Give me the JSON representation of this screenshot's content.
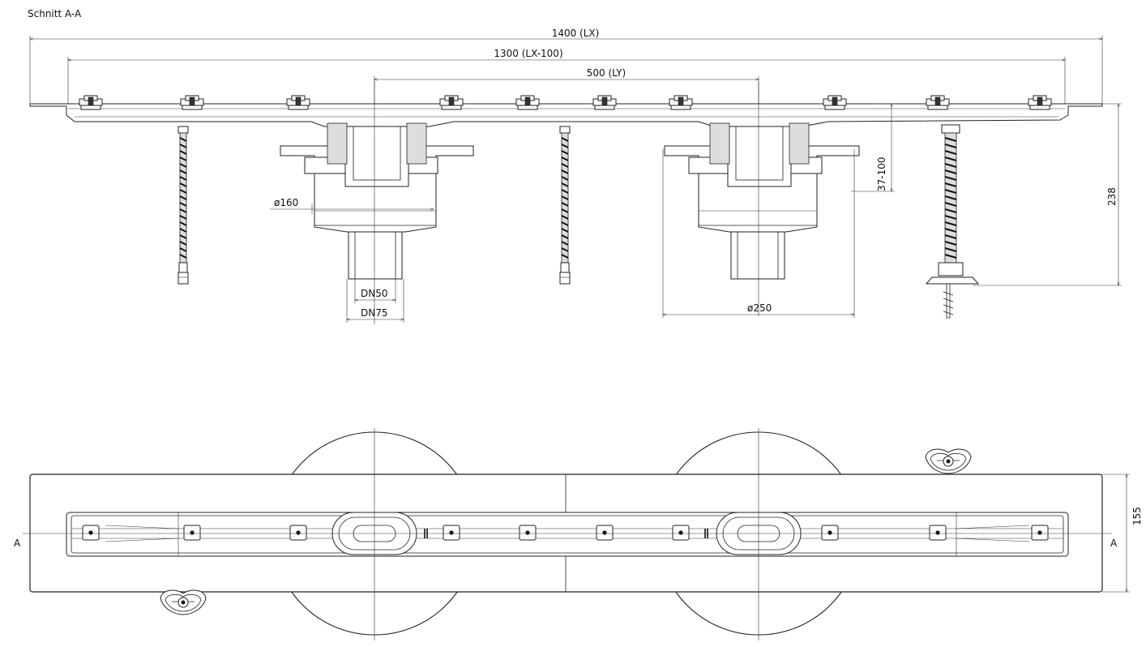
{
  "section_title": "Schnitt A-A",
  "dimensions": {
    "d1400": "1400 (LX)",
    "d1300": "1300 (LX-100)",
    "d500": "500 (LY)",
    "d37_100": "37-100",
    "d238": "238",
    "d160": "ø160",
    "dn50": "DN50",
    "dn75": "DN75",
    "d250": "ø250",
    "d155": "155"
  },
  "section_marks": {
    "left": "A",
    "right": "A"
  }
}
